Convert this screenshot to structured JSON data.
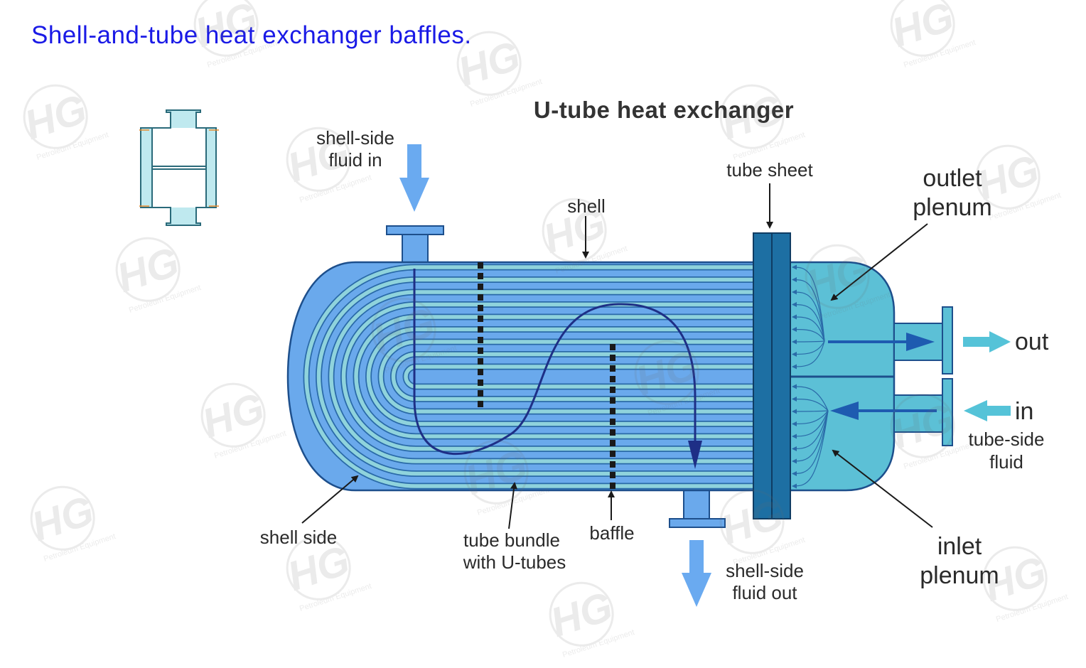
{
  "page": {
    "title": "Shell-and-tube heat exchanger baffles."
  },
  "diagram": {
    "title": "U-tube heat exchanger",
    "labels": {
      "shell_side_in_1": "shell-side",
      "shell_side_in_2": "fluid in",
      "shell": "shell",
      "tube_sheet": "tube sheet",
      "outlet_plenum_1": "outlet",
      "outlet_plenum_2": "plenum",
      "out": "out",
      "in": "in",
      "tube_side_1": "tube-side",
      "tube_side_2": "fluid",
      "inlet_plenum_1": "inlet",
      "inlet_plenum_2": "plenum",
      "shell_side": "shell side",
      "tube_bundle_1": "tube bundle",
      "tube_bundle_2": "with U-tubes",
      "baffle": "baffle",
      "shell_side_out_1": "shell-side",
      "shell_side_out_2": "fluid out"
    },
    "colors": {
      "shell_fill": "#6aa9ec",
      "shell_stroke": "#1d4f8c",
      "tube_light": "#8fd3dc",
      "tube_stroke": "#2a6aa8",
      "plenum_fill": "#5cc0d6",
      "tube_sheet": "#1d6fa3",
      "baffle": "#1a1a1a",
      "flow_path": "#1e2f86",
      "flow_arrow": "#1e5bb0",
      "arrow_light": "#6aaaf0",
      "arrow_cyan": "#55c3d8",
      "title_blue": "#1a1ae6"
    }
  },
  "watermark": {
    "logo_text": "HG",
    "caption": "Petroleum Equipment"
  }
}
